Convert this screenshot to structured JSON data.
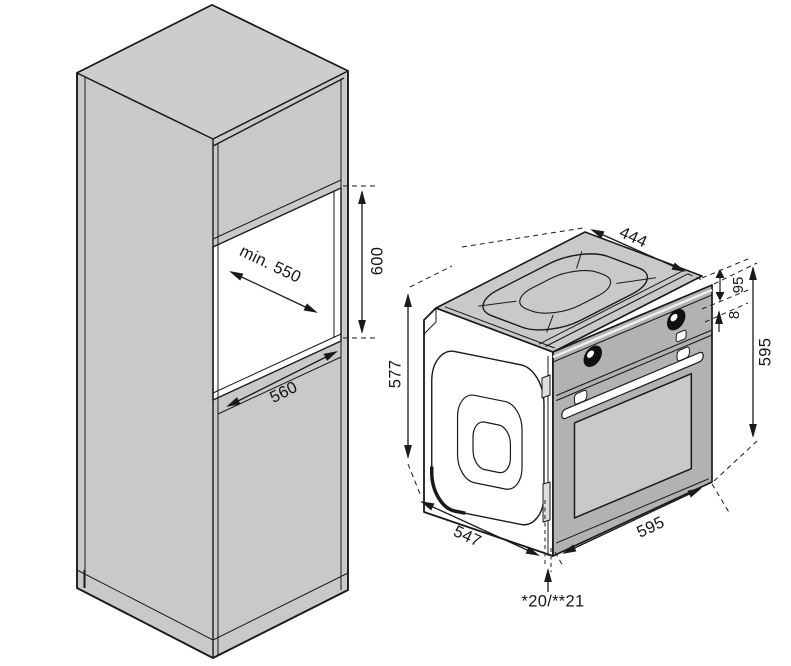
{
  "drawing": {
    "cabinet": {
      "niche_depth_label": "min. 550",
      "niche_height_label": "600",
      "niche_width_label": "560"
    },
    "oven": {
      "top_width_label": "444",
      "control_panel_height_label": "95",
      "panel_gap_label": "8",
      "total_height_label": "595",
      "body_height_label": "577",
      "body_depth_label": "547",
      "front_width_label": "595",
      "door_protrusion_label": "*20/**21"
    }
  },
  "colors": {
    "background": "#ffffff",
    "line": "#1a1a1a",
    "cabinet_fill": "#c9c9c9",
    "cabinet_top_fill": "#cdcdcd",
    "oven_fascia_fill": "#b2b2b2",
    "oven_window_fill": "#c9c9c9",
    "niche_fill": "#ffffff"
  }
}
